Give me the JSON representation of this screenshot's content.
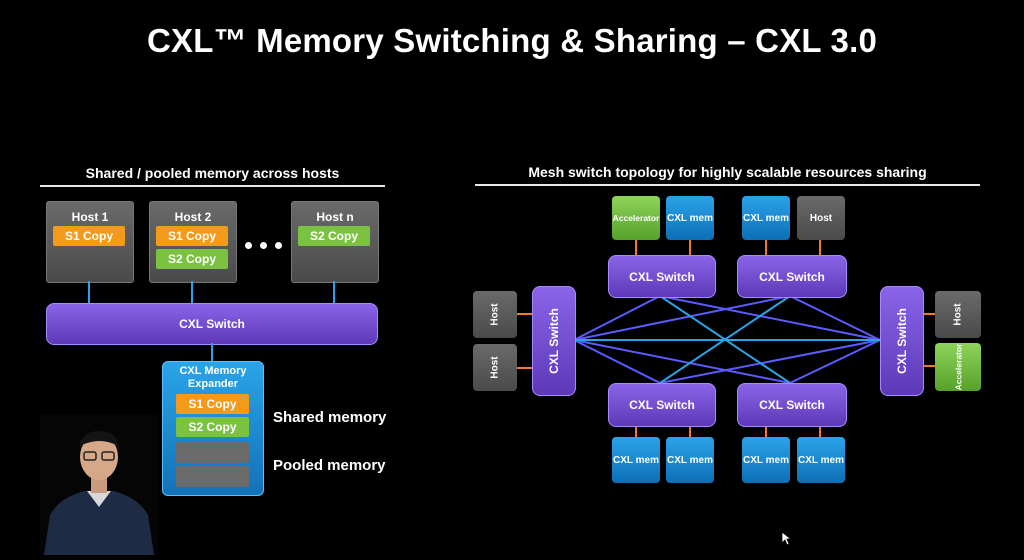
{
  "title": "CXL™ Memory Switching & Sharing – CXL 3.0",
  "left": {
    "heading": "Shared / pooled memory across hosts",
    "hosts": [
      {
        "label": "Host 1",
        "copies": [
          "S1 Copy"
        ]
      },
      {
        "label": "Host 2",
        "copies": [
          "S1 Copy",
          "S2 Copy"
        ]
      },
      {
        "label": "Host n",
        "copies": [
          "S2 Copy"
        ]
      }
    ],
    "switch_label": "CXL Switch",
    "expander": {
      "label": "CXL Memory Expander",
      "copies": [
        "S1 Copy",
        "S2 Copy"
      ]
    },
    "legend_shared": "Shared memory",
    "legend_pooled": "Pooled memory"
  },
  "right": {
    "heading": "Mesh switch topology for highly scalable resources sharing",
    "switch_label": "CXL Switch",
    "mem_label": "CXL mem",
    "host_label": "Host",
    "accel_label": "Accelerator"
  },
  "colors": {
    "switch": "#7a52d8",
    "mem": "#1a8ad6",
    "host": "#5a5a5a",
    "accel": "#6cb83a",
    "s1": "#f39a1a",
    "s2": "#7bc242",
    "mesh": "#5b5bff"
  }
}
